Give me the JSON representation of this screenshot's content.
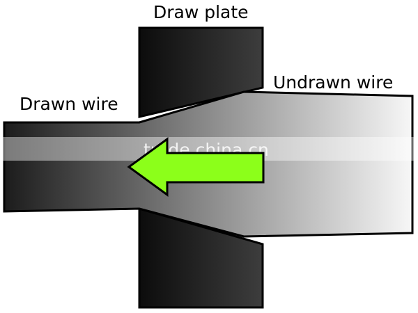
{
  "labels": {
    "draw_plate": "Draw plate",
    "undrawn_wire": "Undrawn wire",
    "drawn_wire": "Drawn wire"
  },
  "watermark": {
    "text": "trade.china.cn"
  },
  "colors": {
    "plate_dark": "#111111",
    "plate_mid": "#3a3a3a",
    "wire_dark": "#222222",
    "wire_light": "#f2f2f2",
    "arrow_green": "#8cff1a",
    "outline": "#000000"
  },
  "icons": {
    "direction": "left-arrow-icon"
  }
}
